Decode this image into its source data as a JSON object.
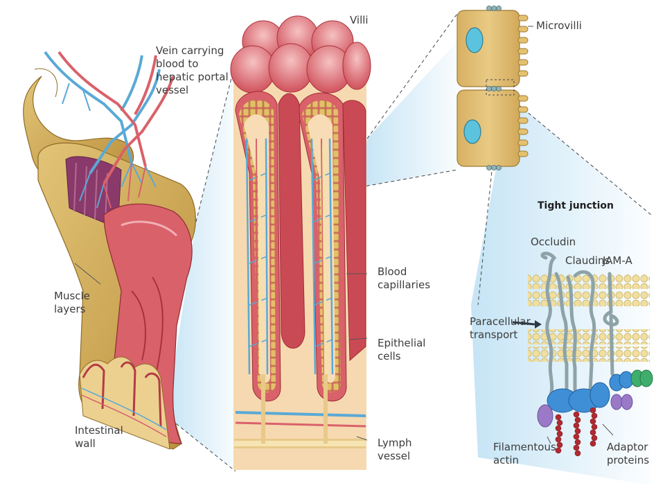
{
  "labels": {
    "vein": "Vein carrying\nblood to\nhepatic portal\nvessel",
    "muscle": "Muscle\nlayers",
    "wall": "Intestinal\nwall",
    "villi": "Villi",
    "capillaries": "Blood\ncapillaries",
    "epithelial": "Epithelial\ncells",
    "lymph": "Lymph\nvessel",
    "microvilli": "Microvilli",
    "tight_junction": "Tight junction",
    "occludin": "Occludin",
    "claudins": "Claudins",
    "jam": "JAM-A",
    "paracellular": "Paracellular\ntransport",
    "actin": "Filamentous\nactin",
    "adaptor": "Adaptor\nproteins"
  },
  "colors": {
    "tissue_red": "#d9616a",
    "tissue_dark_red": "#b8323d",
    "muscle_gold": "#cfa94e",
    "muscle_purple": "#8a3a6a",
    "vein_blue": "#5aa9d6",
    "epithelium_yellow": "#e9c77e",
    "cell_fill": "#e3c175",
    "nucleus": "#5cc3de",
    "membrane": "#f3e6a5",
    "protein_gray": "#8da3a8",
    "protein_blue": "#3f8fd6",
    "protein_purple": "#9a7ac7",
    "protein_green": "#3fae6c",
    "actin_red": "#b02a30",
    "highlight_blue": "#bfe1f4"
  }
}
